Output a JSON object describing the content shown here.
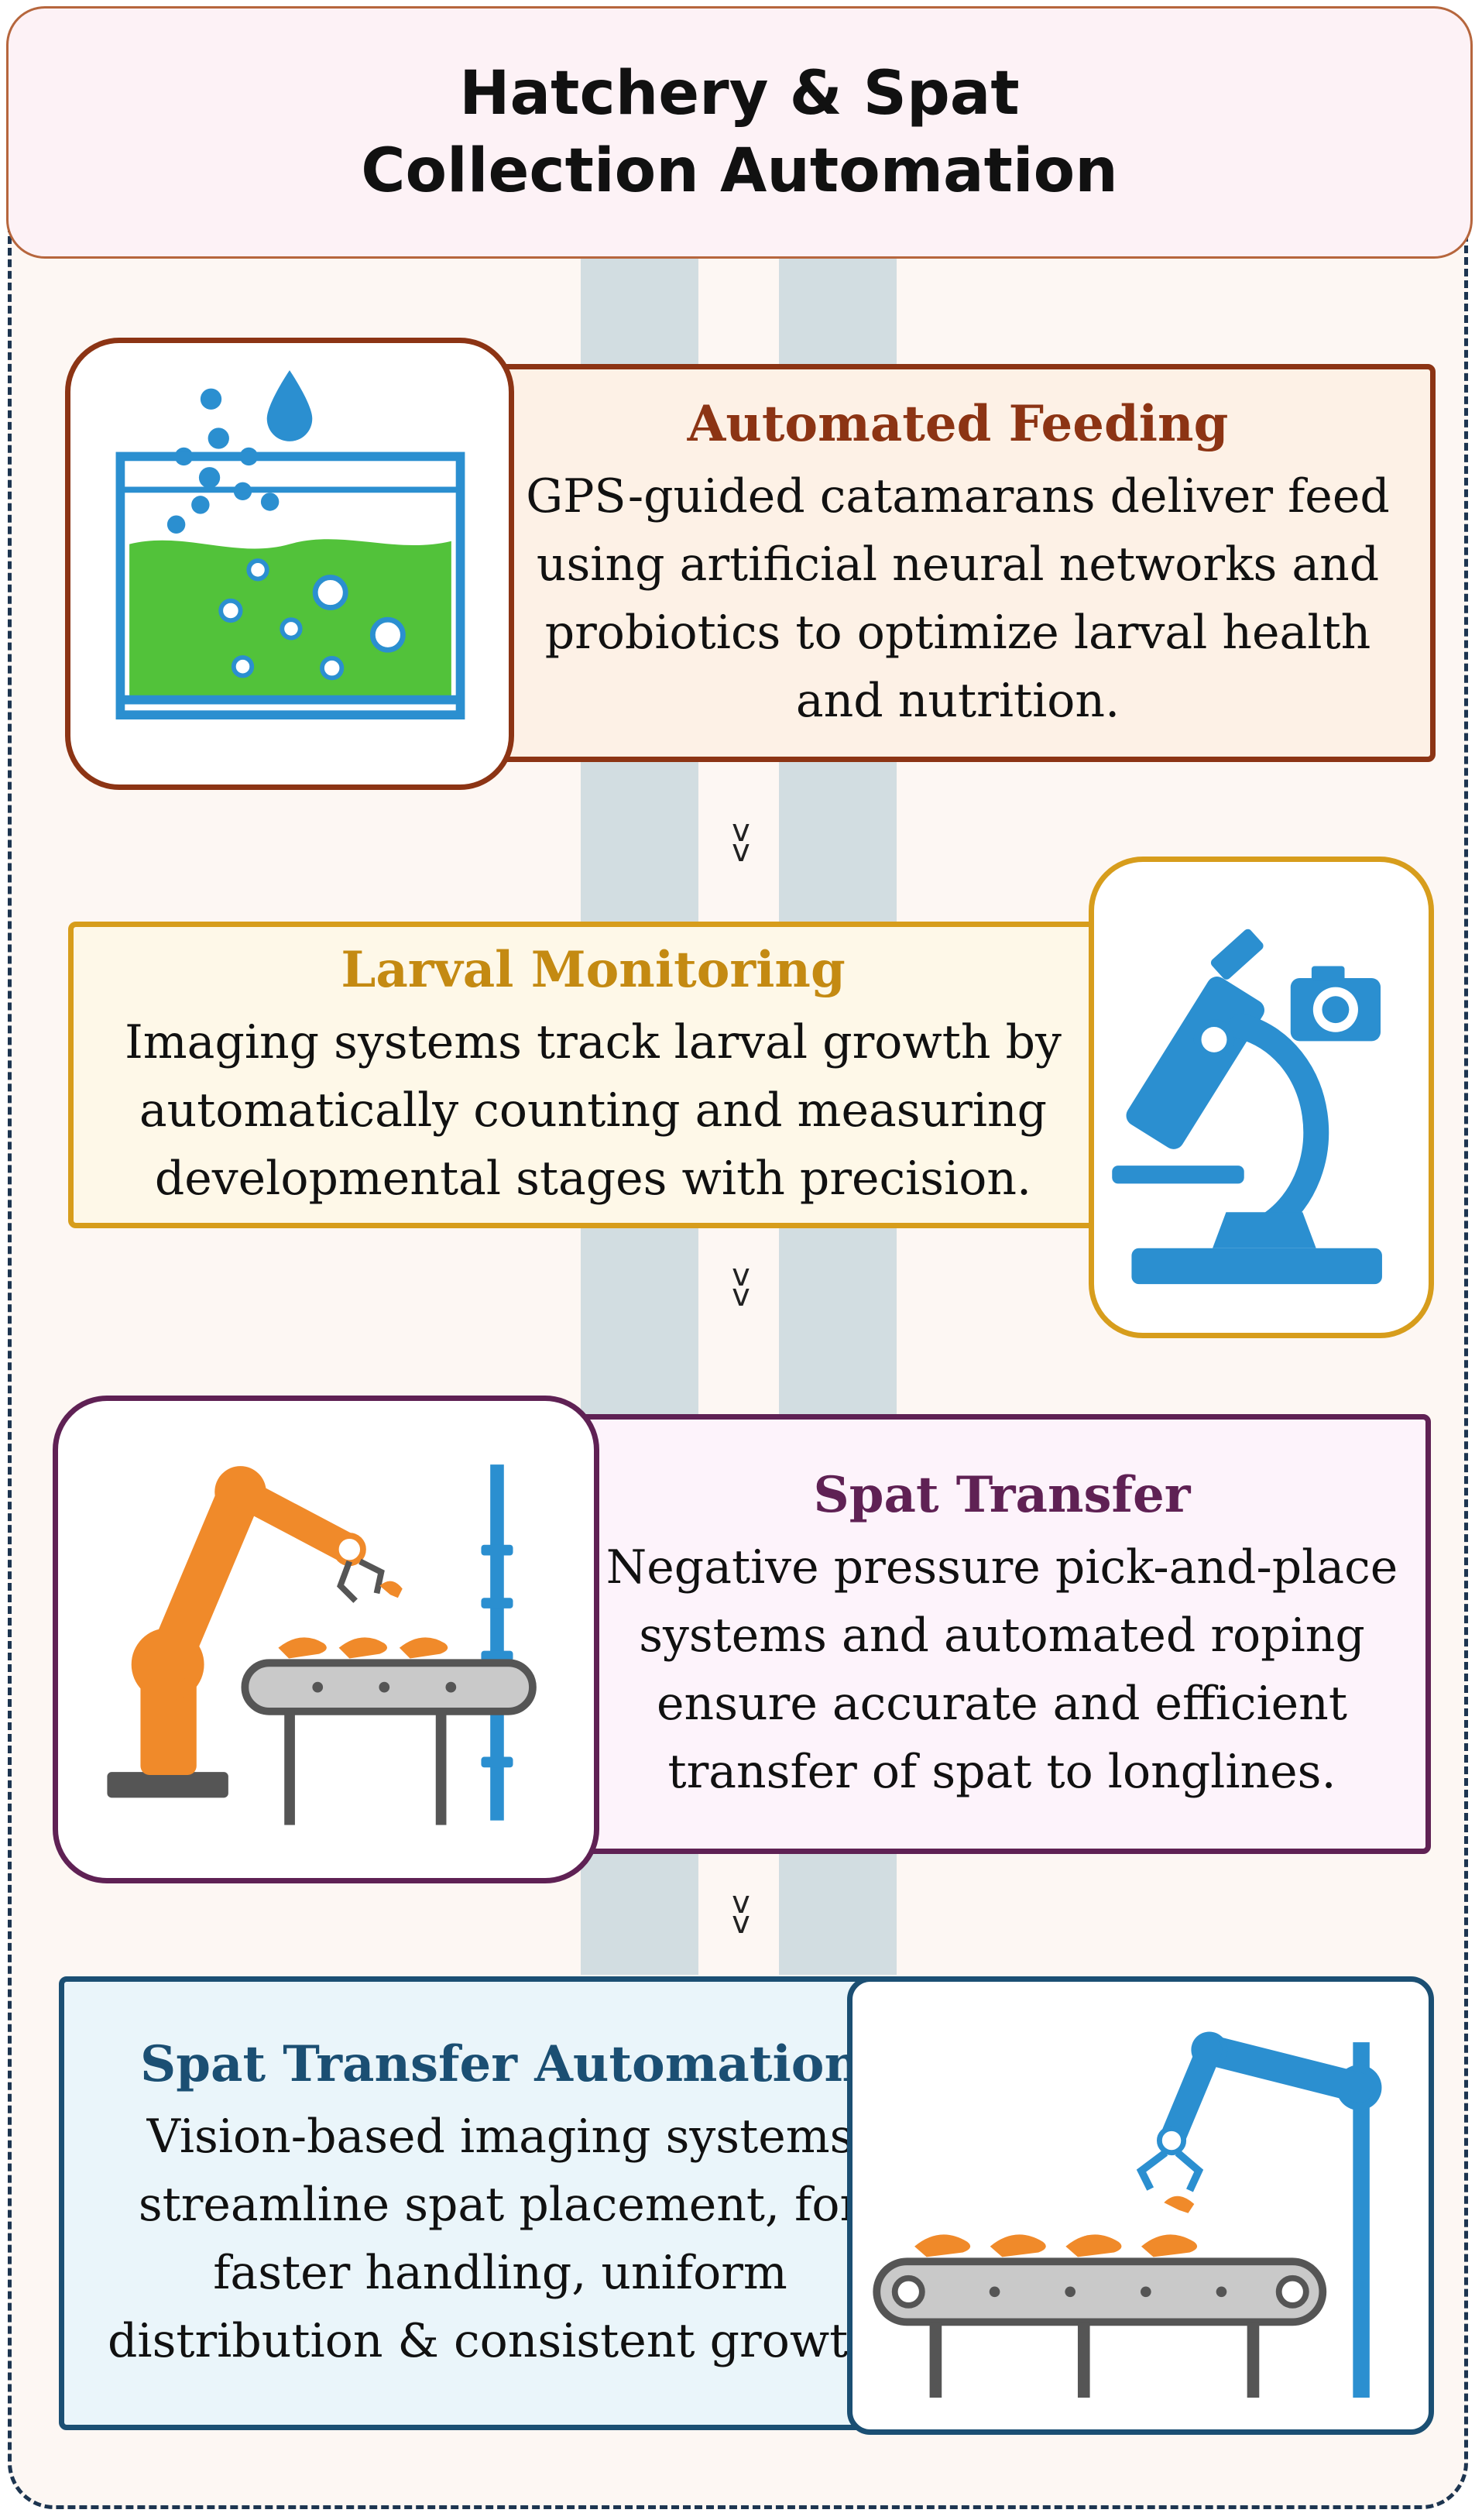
{
  "title": "Hatchery & Spat\nCollection Automation",
  "steps": [
    {
      "title": "Automated Feeding",
      "body": "GPS-guided catamarans deliver feed using artificial neural networks and probiotics to optimize larval health and nutrition.",
      "icon": "aquarium-feeding-icon",
      "accent": "#8c3414",
      "fill": "#fdf1e6"
    },
    {
      "title": "Larval Monitoring",
      "body": "Imaging systems track larval growth by automatically counting and measuring developmental stages with precision.",
      "icon": "microscope-camera-icon",
      "accent": "#d79d1c",
      "fill": "#fef8e8"
    },
    {
      "title": "Spat Transfer",
      "body": "Negative pressure pick-and-place systems and automated roping ensure accurate and efficient transfer of spat to longlines.",
      "icon": "robot-arm-conveyor-icon",
      "accent": "#5f2154",
      "fill": "#fdf3fb"
    },
    {
      "title": "Spat Transfer Automation",
      "body": "Vision-based imaging systems streamline spat placement, for faster handling, uniform distribution & consistent growth.",
      "icon": "vision-robot-conveyor-icon",
      "accent": "#1b4f73",
      "fill": "#eaf5fa"
    }
  ],
  "connector": "v\nv"
}
